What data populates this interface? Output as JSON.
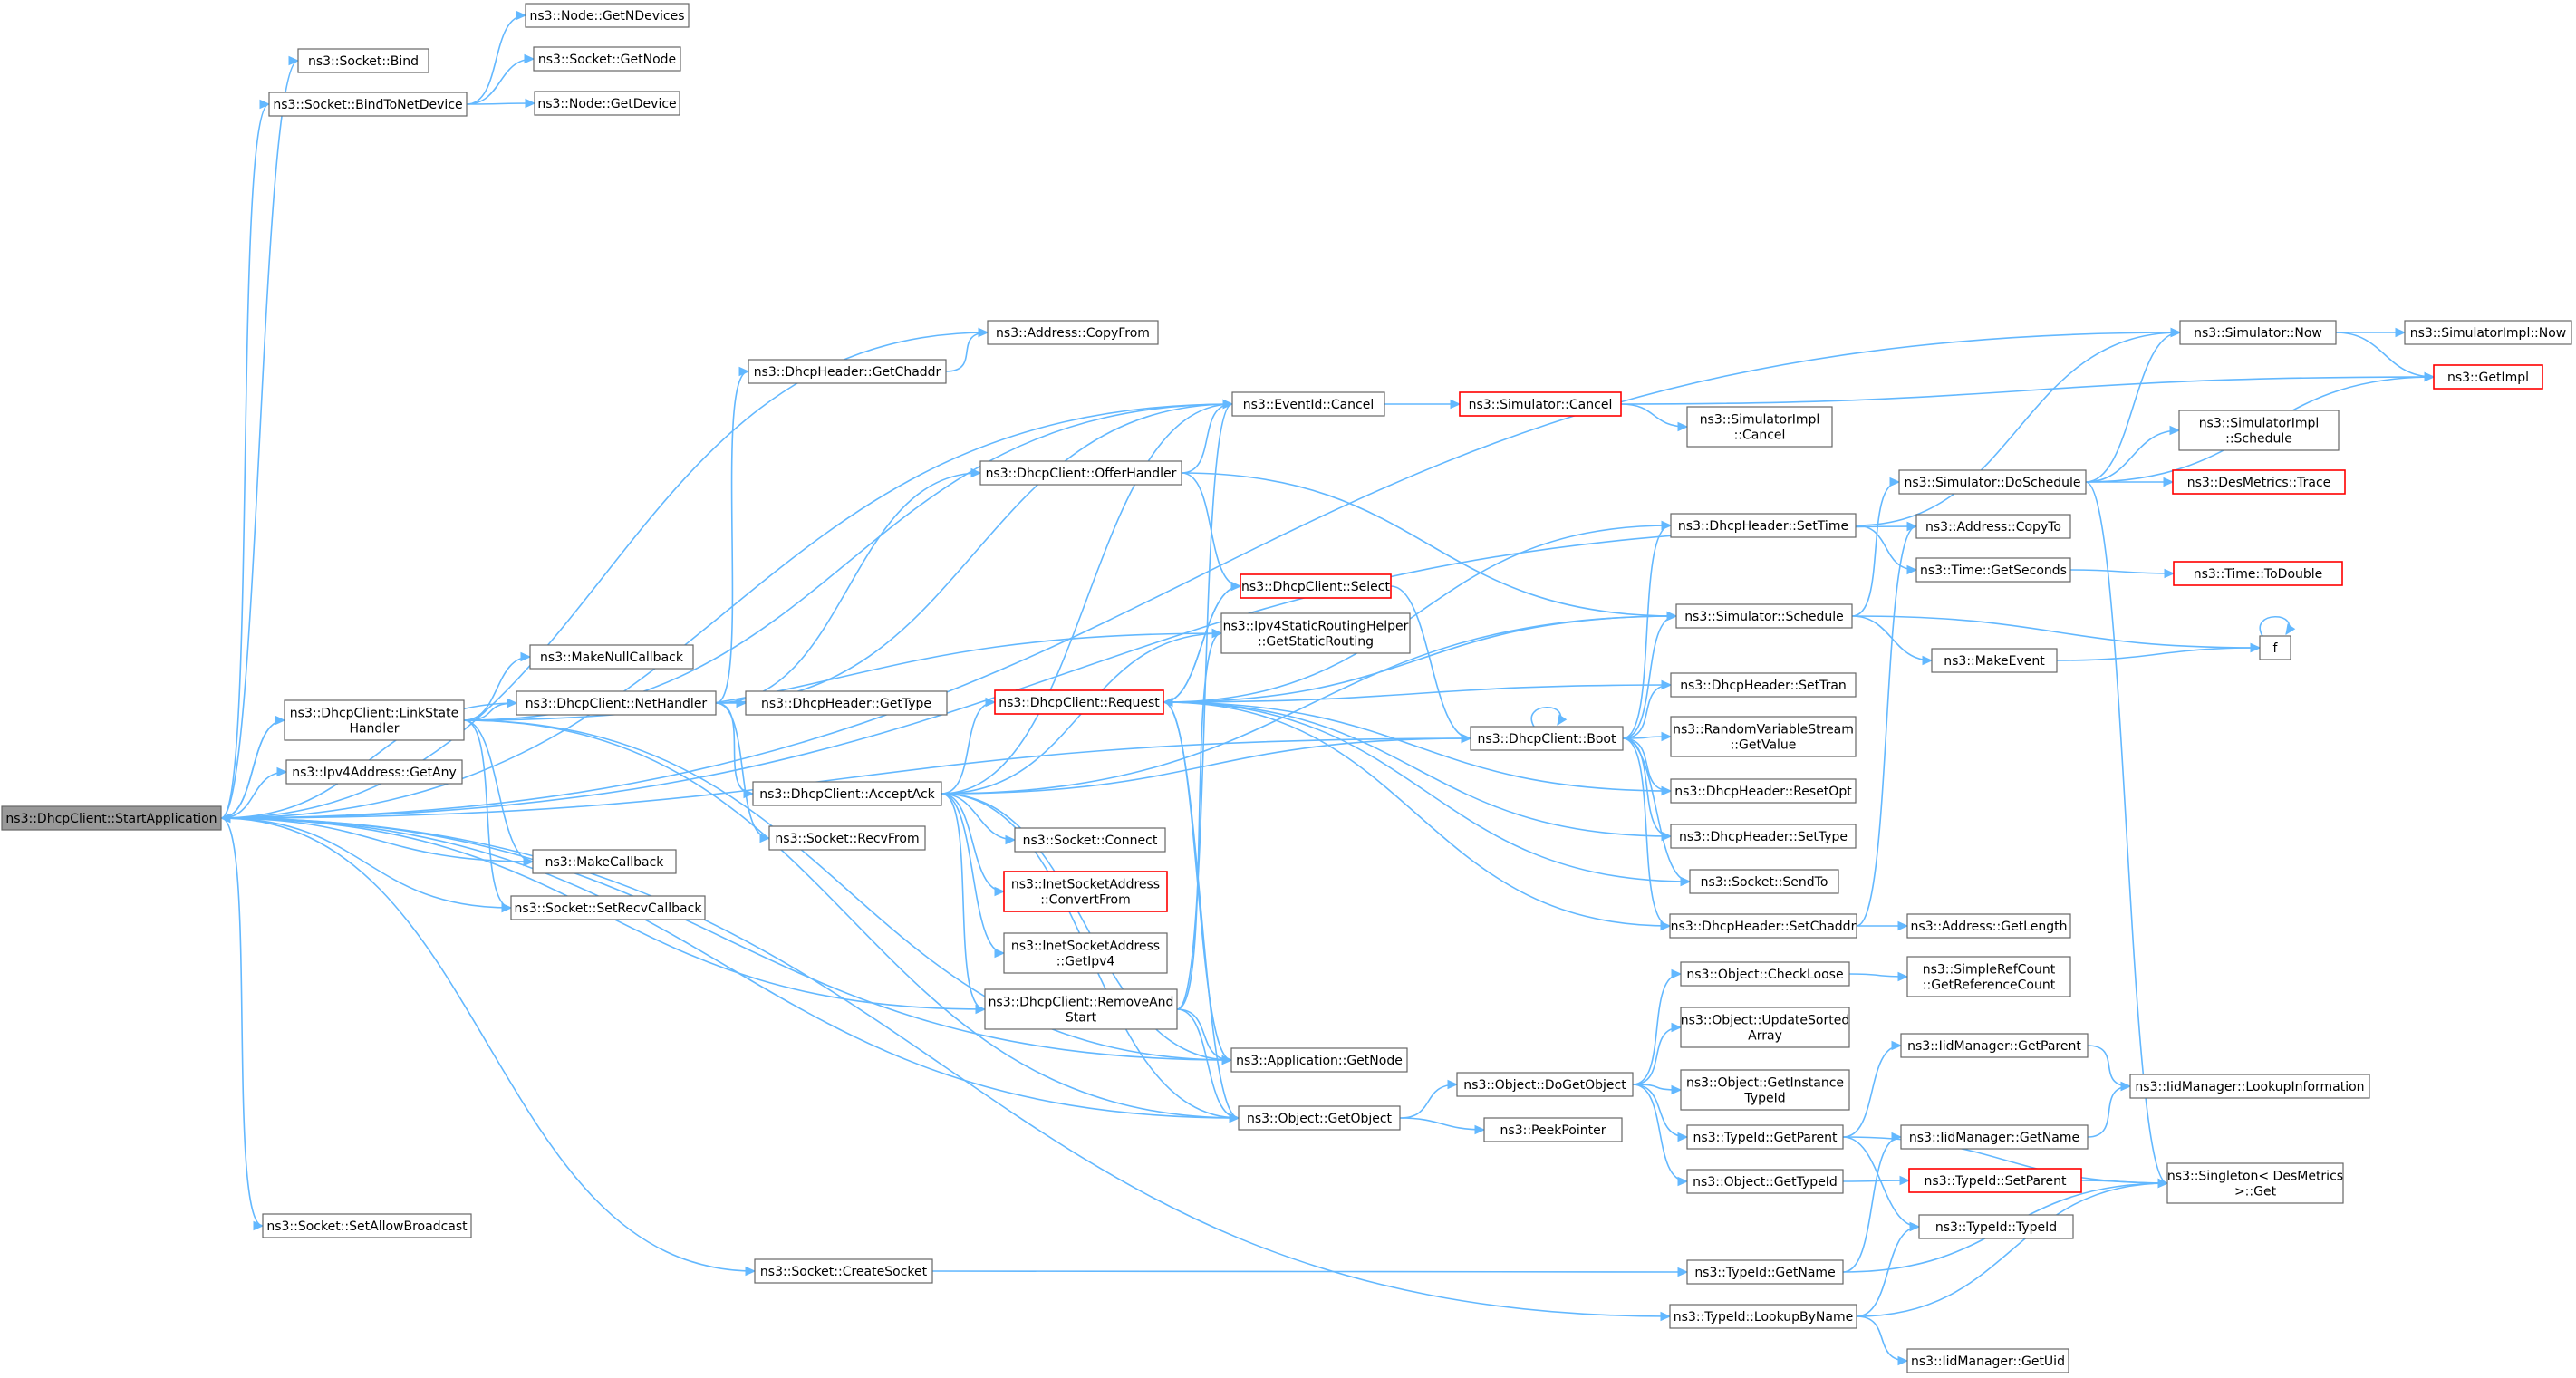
{
  "diagram": {
    "colors": {
      "edge": "#63b8ff",
      "node_border": "#666666",
      "root_fill": "#999999",
      "truncated_border": "#ff0000",
      "background": "#ffffff"
    },
    "nodes": [
      {
        "id": "start",
        "lines": [
          "ns3::DhcpClient::StartApplication"
        ],
        "root": true
      },
      {
        "id": "bind",
        "lines": [
          "ns3::Socket::Bind"
        ]
      },
      {
        "id": "bindtonet",
        "lines": [
          "ns3::Socket::BindToNetDevice"
        ]
      },
      {
        "id": "getndevices",
        "lines": [
          "ns3::Node::GetNDevices"
        ]
      },
      {
        "id": "getnode_sock",
        "lines": [
          "ns3::Socket::GetNode"
        ]
      },
      {
        "id": "getdevice",
        "lines": [
          "ns3::Node::GetDevice"
        ]
      },
      {
        "id": "copyfrom",
        "lines": [
          "ns3::Address::CopyFrom"
        ]
      },
      {
        "id": "getchaddr",
        "lines": [
          "ns3::DhcpHeader::GetChaddr"
        ]
      },
      {
        "id": "eventcancel",
        "lines": [
          "ns3::EventId::Cancel"
        ]
      },
      {
        "id": "simcancel",
        "lines": [
          "ns3::Simulator::Cancel"
        ],
        "truncated": true
      },
      {
        "id": "simimplcancel",
        "lines": [
          "ns3::SimulatorImpl",
          "::Cancel"
        ]
      },
      {
        "id": "offerhandler",
        "lines": [
          "ns3::DhcpClient::OfferHandler"
        ]
      },
      {
        "id": "select",
        "lines": [
          "ns3::DhcpClient::Select"
        ],
        "truncated": true
      },
      {
        "id": "ipv4static",
        "lines": [
          "ns3::Ipv4StaticRoutingHelper",
          "::GetStaticRouting"
        ]
      },
      {
        "id": "makenull",
        "lines": [
          "ns3::MakeNullCallback"
        ]
      },
      {
        "id": "linkstate",
        "lines": [
          "ns3::DhcpClient::LinkState",
          "Handler"
        ]
      },
      {
        "id": "nethandler",
        "lines": [
          "ns3::DhcpClient::NetHandler"
        ]
      },
      {
        "id": "gettype",
        "lines": [
          "ns3::DhcpHeader::GetType"
        ]
      },
      {
        "id": "request",
        "lines": [
          "ns3::DhcpClient::Request"
        ],
        "truncated": true
      },
      {
        "id": "ipv4any",
        "lines": [
          "ns3::Ipv4Address::GetAny"
        ]
      },
      {
        "id": "acceptack",
        "lines": [
          "ns3::DhcpClient::AcceptAck"
        ]
      },
      {
        "id": "recvfrom",
        "lines": [
          "ns3::Socket::RecvFrom"
        ]
      },
      {
        "id": "connect",
        "lines": [
          "ns3::Socket::Connect"
        ]
      },
      {
        "id": "inetconvert",
        "lines": [
          "ns3::InetSocketAddress",
          "::ConvertFrom"
        ],
        "truncated": true
      },
      {
        "id": "inetgetipv4",
        "lines": [
          "ns3::InetSocketAddress",
          "::GetIpv4"
        ]
      },
      {
        "id": "removeandstart",
        "lines": [
          "ns3::DhcpClient::RemoveAnd",
          "Start"
        ]
      },
      {
        "id": "makecallback",
        "lines": [
          "ns3::MakeCallback"
        ]
      },
      {
        "id": "setrecvcallback",
        "lines": [
          "ns3::Socket::SetRecvCallback"
        ]
      },
      {
        "id": "appgetnode",
        "lines": [
          "ns3::Application::GetNode"
        ]
      },
      {
        "id": "getobject",
        "lines": [
          "ns3::Object::GetObject"
        ]
      },
      {
        "id": "peekpointer",
        "lines": [
          "ns3::PeekPointer"
        ]
      },
      {
        "id": "setallowbroadcast",
        "lines": [
          "ns3::Socket::SetAllowBroadcast"
        ]
      },
      {
        "id": "createsocket",
        "lines": [
          "ns3::Socket::CreateSocket"
        ]
      },
      {
        "id": "lookupbyname",
        "lines": [
          "ns3::TypeId::LookupByName"
        ]
      },
      {
        "id": "getuid",
        "lines": [
          "ns3::IidManager::GetUid"
        ]
      },
      {
        "id": "boot",
        "lines": [
          "ns3::DhcpClient::Boot"
        ]
      },
      {
        "id": "settime",
        "lines": [
          "ns3::DhcpHeader::SetTime"
        ]
      },
      {
        "id": "simschedule",
        "lines": [
          "ns3::Simulator::Schedule"
        ]
      },
      {
        "id": "settran",
        "lines": [
          "ns3::DhcpHeader::SetTran"
        ]
      },
      {
        "id": "rvsgetvalue",
        "lines": [
          "ns3::RandomVariableStream",
          "::GetValue"
        ]
      },
      {
        "id": "resetopt",
        "lines": [
          "ns3::DhcpHeader::ResetOpt"
        ]
      },
      {
        "id": "settype",
        "lines": [
          "ns3::DhcpHeader::SetType"
        ]
      },
      {
        "id": "sendto",
        "lines": [
          "ns3::Socket::SendTo"
        ]
      },
      {
        "id": "setchaddr",
        "lines": [
          "ns3::DhcpHeader::SetChaddr"
        ]
      },
      {
        "id": "getlength",
        "lines": [
          "ns3::Address::GetLength"
        ]
      },
      {
        "id": "dogetobject",
        "lines": [
          "ns3::Object::DoGetObject"
        ]
      },
      {
        "id": "checkloose",
        "lines": [
          "ns3::Object::CheckLoose"
        ]
      },
      {
        "id": "getrefcount",
        "lines": [
          "ns3::SimpleRefCount",
          "::GetReferenceCount"
        ]
      },
      {
        "id": "updatesorted",
        "lines": [
          "ns3::Object::UpdateSorted",
          "Array"
        ]
      },
      {
        "id": "getinstancetypeid",
        "lines": [
          "ns3::Object::GetInstance",
          "TypeId"
        ]
      },
      {
        "id": "typeidgetparent",
        "lines": [
          "ns3::TypeId::GetParent"
        ]
      },
      {
        "id": "objgettypeid",
        "lines": [
          "ns3::Object::GetTypeId"
        ]
      },
      {
        "id": "typeidgetname",
        "lines": [
          "ns3::TypeId::GetName"
        ]
      },
      {
        "id": "simnow",
        "lines": [
          "ns3::Simulator::Now"
        ]
      },
      {
        "id": "simimplnow",
        "lines": [
          "ns3::SimulatorImpl::Now"
        ]
      },
      {
        "id": "getimpl",
        "lines": [
          "ns3::GetImpl"
        ],
        "truncated": true
      },
      {
        "id": "doschedule",
        "lines": [
          "ns3::Simulator::DoSchedule"
        ]
      },
      {
        "id": "simimplschedule",
        "lines": [
          "ns3::SimulatorImpl",
          "::Schedule"
        ]
      },
      {
        "id": "desmetricstrace",
        "lines": [
          "ns3::DesMetrics::Trace"
        ],
        "truncated": true
      },
      {
        "id": "addrcopyto",
        "lines": [
          "ns3::Address::CopyTo"
        ]
      },
      {
        "id": "timegetseconds",
        "lines": [
          "ns3::Time::GetSeconds"
        ]
      },
      {
        "id": "timetodouble",
        "lines": [
          "ns3::Time::ToDouble"
        ],
        "truncated": true
      },
      {
        "id": "makeevent",
        "lines": [
          "ns3::MakeEvent"
        ]
      },
      {
        "id": "f",
        "lines": [
          "f"
        ]
      },
      {
        "id": "iidgetparent",
        "lines": [
          "ns3::IidManager::GetParent"
        ]
      },
      {
        "id": "iidlookupinfo",
        "lines": [
          "ns3::IidManager::LookupInformation"
        ]
      },
      {
        "id": "iidgetname",
        "lines": [
          "ns3::IidManager::GetName"
        ]
      },
      {
        "id": "typeidsetparent",
        "lines": [
          "ns3::TypeId::SetParent"
        ],
        "truncated": true
      },
      {
        "id": "singletonget",
        "lines": [
          "ns3::Singleton< DesMetrics",
          " >::Get"
        ]
      },
      {
        "id": "typeidtypeid",
        "lines": [
          "ns3::TypeId::TypeId"
        ]
      }
    ]
  }
}
